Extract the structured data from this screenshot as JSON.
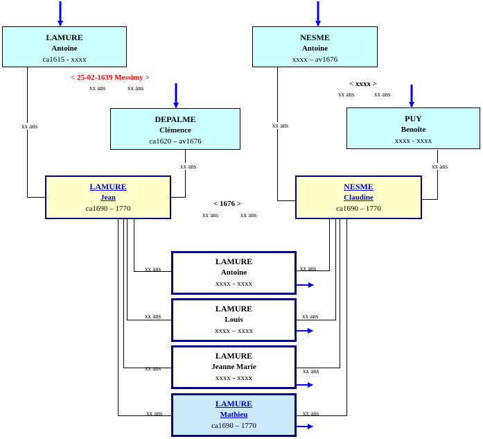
{
  "colors": {
    "ancestor_fill": "#ccffff",
    "parent_fill": "#ffffcc",
    "child_highlight_fill": "#cce8fb",
    "box_border": "#000080",
    "arrow": "#0000ff",
    "event_red": "#ff0000",
    "link": "#0000ee"
  },
  "ancestors": {
    "paternal_father": {
      "surname": "LAMURE",
      "given": "Antoine",
      "dates": "ca1615 - xxxx"
    },
    "paternal_mother": {
      "surname": "DEPALME",
      "given": "Clémence",
      "dates": "ca1620 – av1676"
    },
    "maternal_father": {
      "surname": "NESME",
      "given": "Antoine",
      "dates": "xxxx – av1676"
    },
    "maternal_mother": {
      "surname": "PUY",
      "given": "Benoîte",
      "dates": "xxxx - xxxx"
    }
  },
  "marriages": {
    "paternal": {
      "event": "< 25-02-1639 Messimy >",
      "age_husband": "xx ans",
      "age_wife": "xx ans"
    },
    "maternal": {
      "event": "< xxxx >",
      "age_husband": "xx ans",
      "age_wife": "xx ans"
    },
    "parents": {
      "event": "< 1676 >",
      "age_husband": "xx ans",
      "age_wife": "xx ans"
    }
  },
  "age_labels": {
    "paternal_father_at_birth": "xx ans",
    "paternal_mother_at_birth": "xx ans",
    "maternal_father_at_birth": "xx ans",
    "maternal_mother_at_birth": "xx ans"
  },
  "parents": {
    "father": {
      "surname": "LAMURE",
      "given": "Jean",
      "dates": "ca1690 – 1770"
    },
    "mother": {
      "surname": "NESME",
      "given": "Claudine",
      "dates": "ca1690 – 1770"
    }
  },
  "children": [
    {
      "surname": "LAMURE",
      "given": "Antoine",
      "dates": "xxxx - xxxx",
      "age_father": "xx ans",
      "age_mother": "xx ans"
    },
    {
      "surname": "LAMURE",
      "given": "Louis",
      "dates": "xxxx – xxxx",
      "age_father": "xx ans",
      "age_mother": "xx ans"
    },
    {
      "surname": "LAMURE",
      "given": "Jeanne Marie",
      "dates": "xxxx - xxxx",
      "age_father": "xx ans",
      "age_mother": "xx ans"
    },
    {
      "surname": "LAMURE",
      "given": "Mathieu",
      "dates": "ca1690 – 1770",
      "age_father": "xx ans",
      "age_mother": "xx ans"
    }
  ]
}
